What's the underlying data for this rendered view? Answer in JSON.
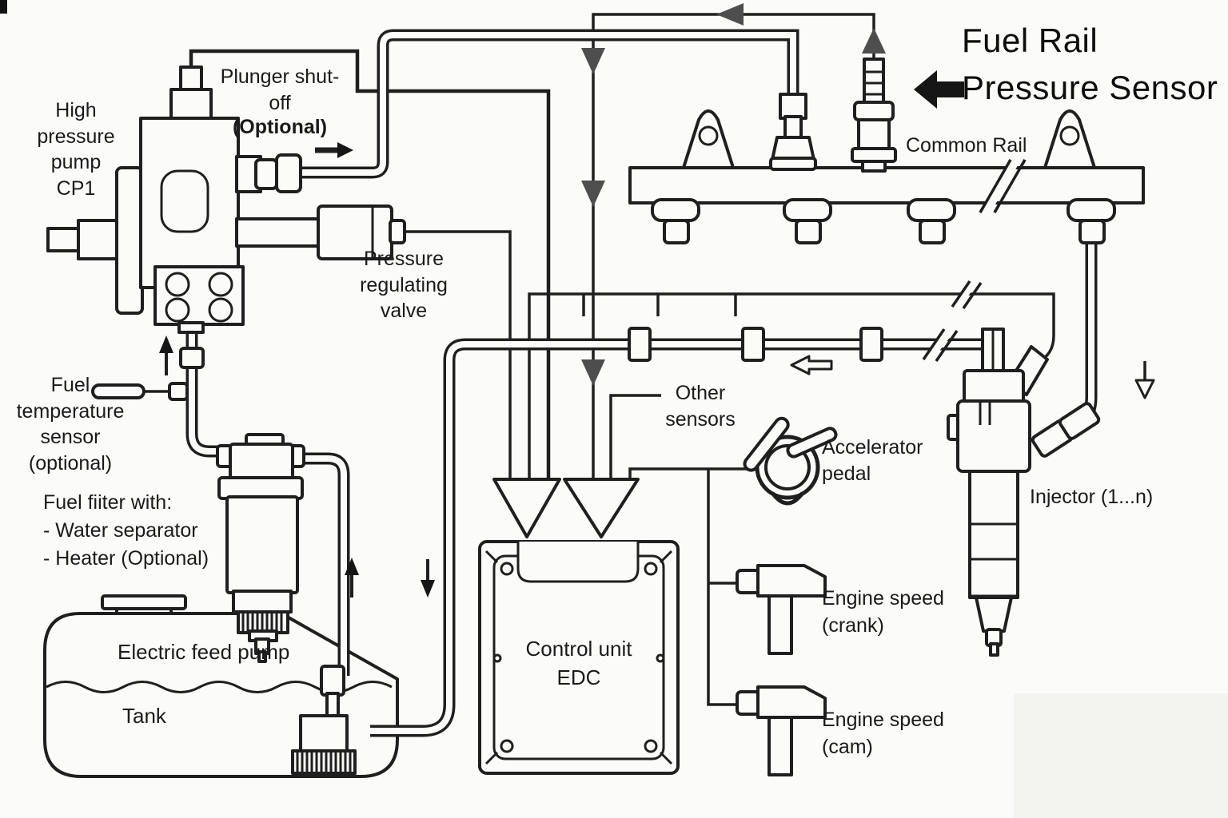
{
  "colors": {
    "background": "#fbfbf9",
    "line_ink": "#1f1f1f",
    "flow_arrow_gray": "#4e4e4e",
    "annotation_black": "#0d0d0d"
  },
  "labels": {
    "high_pressure_pump": "High\npressure\npump\nCP1",
    "plunger_shutoff": "Plunger shut-\noff",
    "plunger_optional": "(Optional)",
    "pressure_regulating_valve": "Pressure\nregulating\nvalve",
    "fuel_temp_sensor": "Fuel\ntemperature\nsensor\n(optional)",
    "fuel_filter": "Fuel fiiter with:\n- Water separator\n- Heater (Optional)",
    "electric_feed_pump": "Electric feed pump",
    "tank": "Tank",
    "fuel_rail_pressure_sensor": "Fuel Rail\nPressure Sensor",
    "common_rail": "Common Rail",
    "other_sensors": "Other\nsensors",
    "accelerator_pedal": "Accelerator\npedal",
    "injector": "Injector (1...n)",
    "control_unit": "Control unit\nEDC",
    "engine_speed_crank": "Engine speed\n(crank)",
    "engine_speed_cam": "Engine speed\n(cam)"
  },
  "flow_arrows": [
    "sensor-signal-left-arrow",
    "sensor-signal-down-arrows-to-edc",
    "sensor-up-arrow",
    "pump-outlet-right-arrow",
    "pump-inlet-up-arrow",
    "tank-feed-up-arrow",
    "return-down-arrow-to-tank",
    "return-line-left-arrow",
    "injector-feed-down-arrow",
    "fuel-rail-pressure-sensor-callout-arrow"
  ]
}
